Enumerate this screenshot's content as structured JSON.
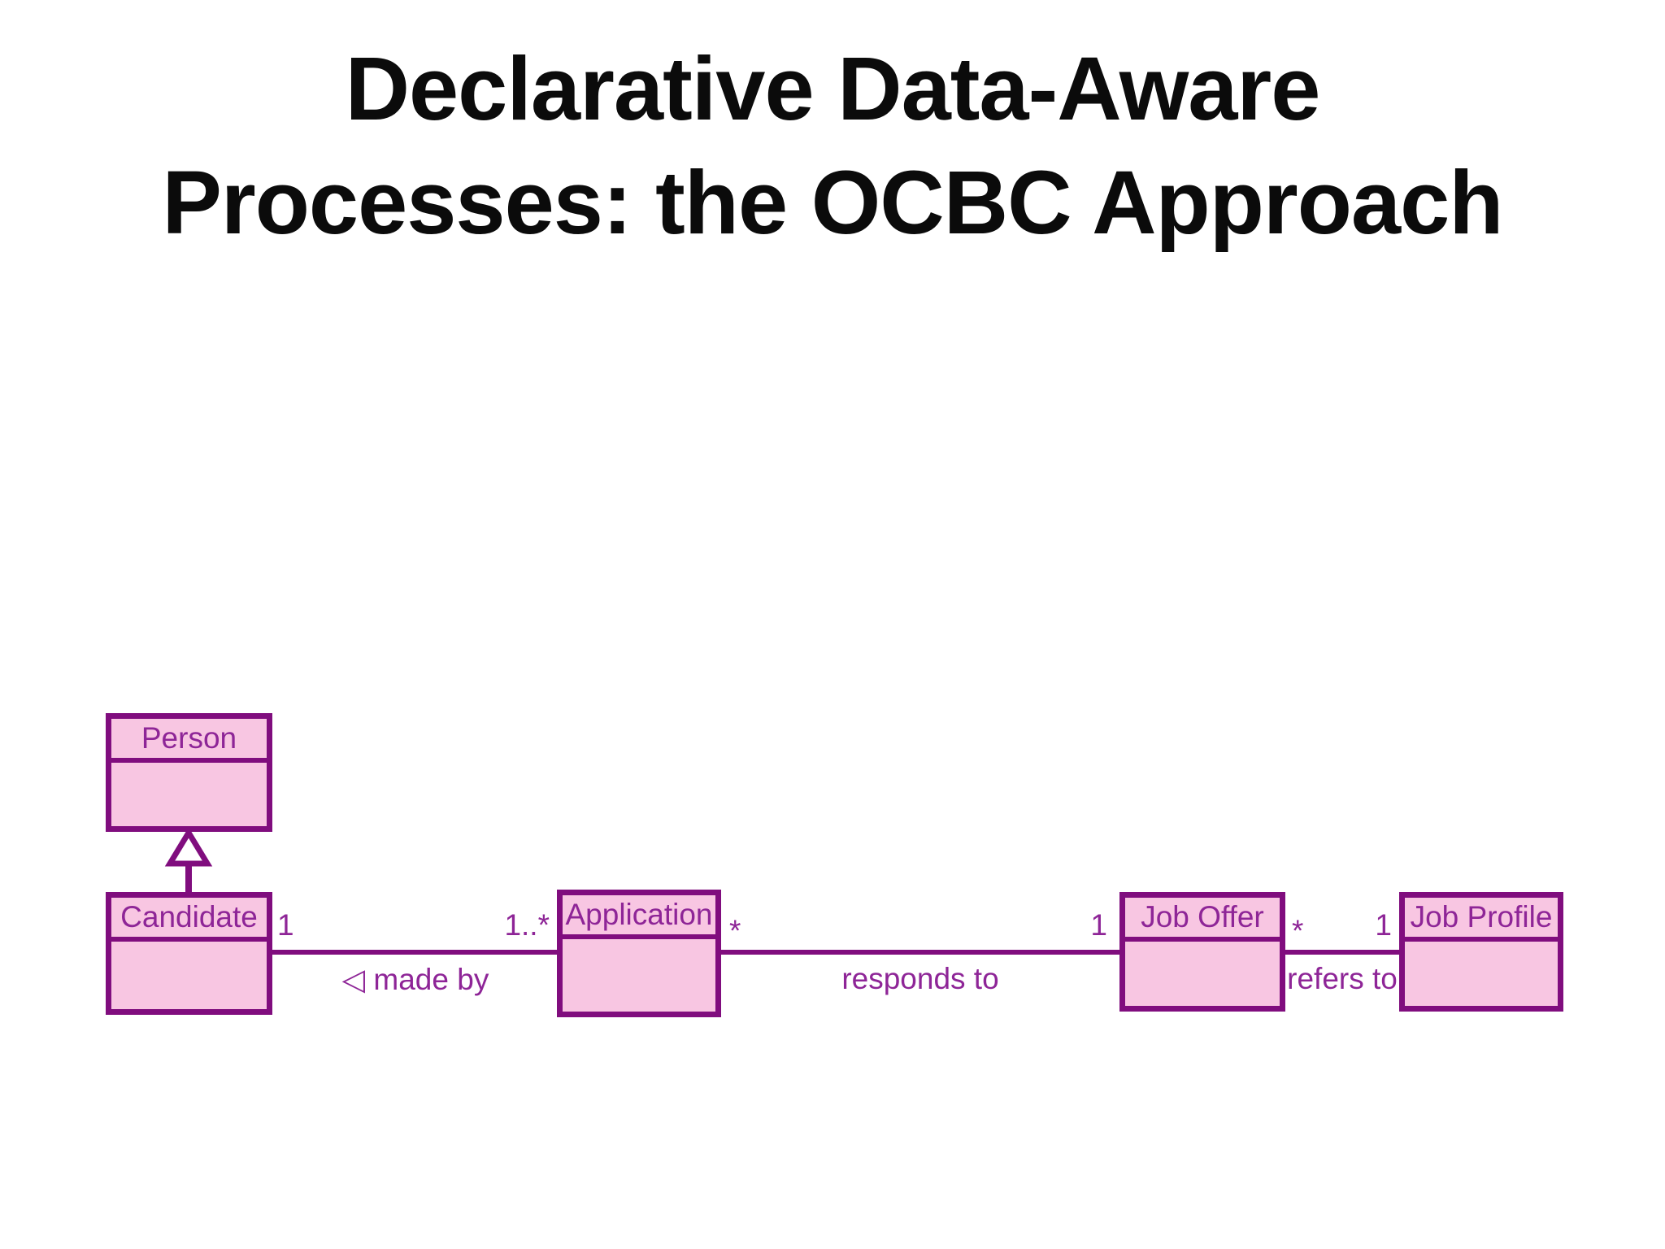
{
  "slide": {
    "title": {
      "line1": "Declarative Data-Aware",
      "line2": "Processes: the OCBC Approach"
    }
  },
  "colors": {
    "title_text": "#0b0b0b",
    "box_fill": "#f8c6e2",
    "box_border": "#800d7e",
    "edge_line": "#800d7e",
    "diagram_text": "#8e2597",
    "background": "#ffffff"
  },
  "diagram": {
    "type": "uml-class-diagram",
    "classes": [
      {
        "label": "Person"
      },
      {
        "label": "Candidate"
      },
      {
        "label": "Application"
      },
      {
        "label": "Job Offer"
      },
      {
        "label": "Job Profile"
      }
    ],
    "generalization": {
      "from": "Candidate",
      "to": "Person"
    },
    "associations": [
      {
        "label": "◁ made by",
        "source": "Candidate",
        "target": "Application",
        "source_mult": "1",
        "target_mult": "1..*"
      },
      {
        "label": "responds to",
        "source": "Application",
        "target": "Job Offer",
        "source_mult": "*",
        "target_mult": "1"
      },
      {
        "label": "refers to",
        "source": "Job Offer",
        "target": "Job Profile",
        "source_mult": "*",
        "target_mult": "1"
      }
    ]
  }
}
